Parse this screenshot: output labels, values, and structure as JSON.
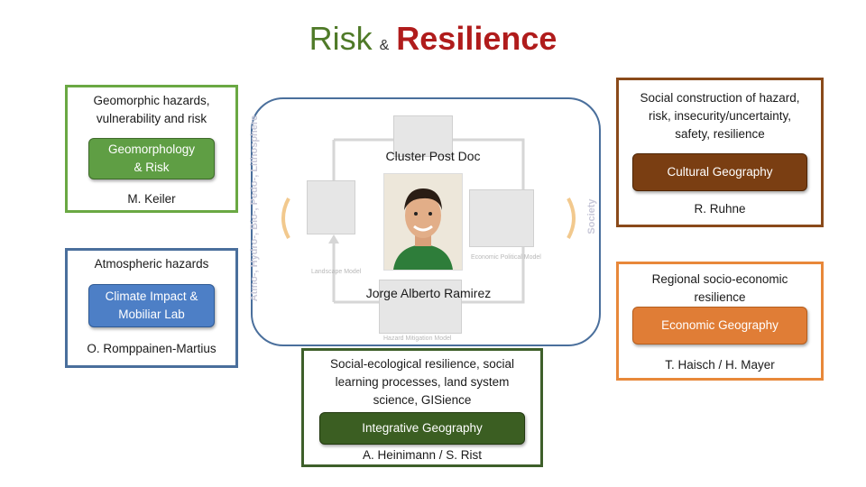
{
  "title": {
    "risk": "Risk",
    "amp": "&",
    "resilience": "Resilience"
  },
  "geomorph": {
    "desc": "Geomorphic hazards, vulnerability and risk",
    "unit": "Geomorphology & Risk",
    "person": "M. Keiler",
    "border_color": "#6aa843",
    "pill_color": "#5f9e44"
  },
  "atmos": {
    "desc": "Atmospheric hazards",
    "unit": "Climate Impact & Mobiliar Lab",
    "person": "O. Romppainen-Martius",
    "border_color": "#4a6f9c",
    "pill_color": "#4d7fc6"
  },
  "cultural": {
    "desc": "Social construction of hazard, risk, insecurity/uncertainty, safety, resilience",
    "unit": "Cultural Geography",
    "person": "R. Ruhne",
    "border_color": "#8a4a1a",
    "pill_color": "#7a3e12"
  },
  "economic": {
    "desc": "Regional socio-economic resilience",
    "unit": "Economic Geography",
    "person": "T. Haisch / H. Mayer",
    "border_color": "#e8883a",
    "pill_color": "#e07d36"
  },
  "integrative": {
    "desc": "Social-ecological resilience, social learning processes, land system science, GISience",
    "unit": "Integrative Geography",
    "person": "A. Heinimann / S. Rist",
    "border_color": "#3e5f2a",
    "pill_color": "#3b5e22"
  },
  "center": {
    "cluster_label": "Cluster Post Doc",
    "name": "Jorge Alberto Ramirez",
    "left_side_label": "Atmo-, Hydro-, Bio-, Pedo-, Lithosphere",
    "right_side_label": "Society",
    "landscape_model": "Landscape Model",
    "hazard_model": "Hazard Mitigation Model",
    "econ_model": "Economic Political Model",
    "photo_icon": "person-portrait-icon"
  }
}
